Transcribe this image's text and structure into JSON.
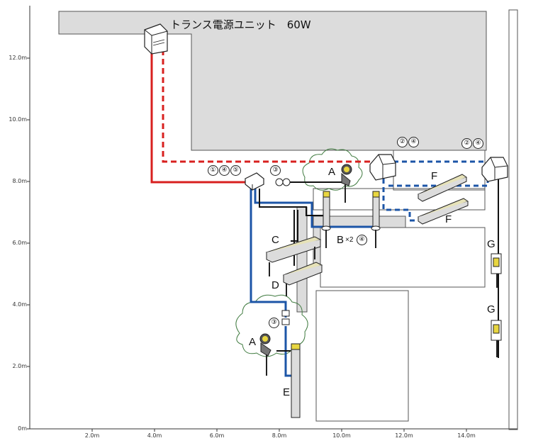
{
  "title": "トランス電源ユニット　60W",
  "y_axis": {
    "ticks": [
      "0m",
      "2.0m",
      "4.0m",
      "6.0m",
      "8.0m",
      "10.0m",
      "12.0m"
    ]
  },
  "x_axis": {
    "ticks": [
      "2.0m",
      "4.0m",
      "6.0m",
      "8.0m",
      "10.0m",
      "12.0m",
      "14.0m"
    ]
  },
  "callouts": {
    "c1": "①",
    "c2": "②",
    "c3": "③",
    "c4": "④",
    "c5": "⑤"
  },
  "labels": {
    "A": "A",
    "B": "B",
    "B_count": "×2",
    "C": "C",
    "D": "D",
    "E": "E",
    "F": "F",
    "G": "G"
  },
  "colors": {
    "red": "#d8201f",
    "blue": "#1c55a7",
    "black": "#111111",
    "gray_fill": "#dcdcdc",
    "lamp_yellow": "#e8d640",
    "bush": "#3f7a3f"
  }
}
